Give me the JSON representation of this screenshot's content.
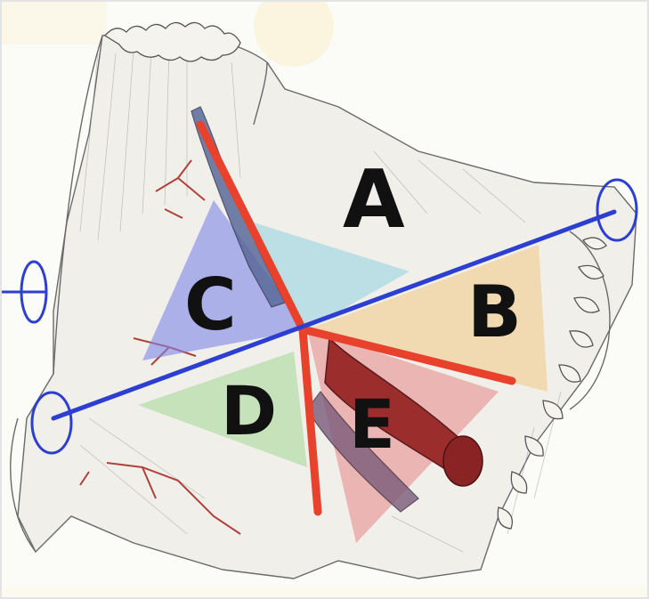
{
  "figure": {
    "regions": [
      {
        "id": "A",
        "label": "A",
        "color": "#8fd1e0"
      },
      {
        "id": "B",
        "label": "B",
        "color": "#f2c98a"
      },
      {
        "id": "C",
        "label": "C",
        "color": "#7d86e6"
      },
      {
        "id": "D",
        "label": "D",
        "color": "#a8d89a"
      },
      {
        "id": "E",
        "label": "E",
        "color": "#e58585"
      }
    ],
    "line_colors": {
      "red_axis": "#e8412c",
      "blue_axis": "#2d3fd1"
    },
    "markers": [
      "ellipse-left",
      "ellipse-right",
      "ellipse-edge"
    ]
  }
}
